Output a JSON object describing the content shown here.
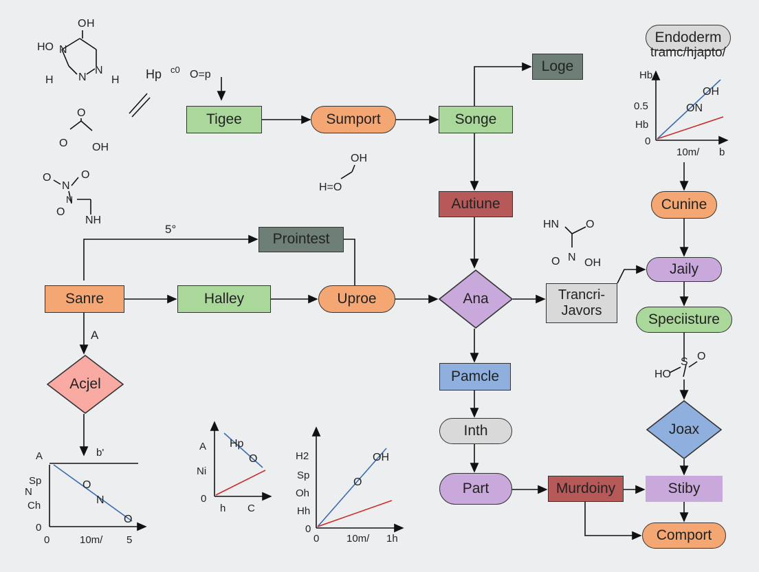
{
  "nodes": {
    "tigee": "Tigee",
    "sumport": "Sumport",
    "songe": "Songe",
    "loge": "Loge",
    "autiune": "Autiune",
    "endoderm_title": "Endoderm",
    "endoderm_sub": "tramc/hjapto/",
    "cunine": "Cunine",
    "jaily": "Jaily",
    "speciisture": "Speciisture",
    "joax": "Joax",
    "stiby": "Stiby",
    "comport": "Comport",
    "pointest": "Prointest",
    "sanre": "Sanre",
    "halley": "Halley",
    "uproe": "Uproe",
    "ana": "Ana",
    "trancri": "Trancri-\nJavors",
    "pamcle": "Pamcle",
    "inth": "Inth",
    "part": "Part",
    "murdoiny": "Murdoiny",
    "acjel": "Acjel"
  },
  "labels": {
    "five_degree": "5°",
    "a_label": "A",
    "b_label": "b'"
  },
  "chem": {
    "m1_o": "O",
    "m1_h": "H",
    "m1_ho": "HO",
    "m1_n1": "N",
    "m1_h2": "H",
    "m1_n2": "N",
    "m1_n3": "N",
    "m1_h3": "H",
    "m2_o": "O",
    "m2_o2": "O",
    "m2_oh": "OH",
    "m3_o": "O",
    "m3_n": "N",
    "m3_o2": "O",
    "m3_n2": "N",
    "m3_o3": "O",
    "m3_nh": "NH",
    "m4_hp": "Hp",
    "m4_c0": "c0",
    "m4_op": "O=p",
    "m5_oh": "OH",
    "m5_ho": "H=O",
    "m6_hn": "HN",
    "m6_o": "O",
    "m6_o2": "O",
    "m6_n": "N",
    "m6_oh": "OH",
    "m7_ho": "HO",
    "m7_s": "S",
    "m7_o": "O"
  },
  "charts": [
    {
      "id": "endoderm",
      "y_ticks": [
        "Hb",
        "0.5",
        "Hb",
        "0"
      ],
      "x_ticks": [
        "10m/",
        "b"
      ],
      "annotations": [
        "OH",
        "ON"
      ],
      "colors": [
        "#3a6ab0",
        "#cc2a2a"
      ]
    },
    {
      "id": "bottom-left",
      "y_ticks": [
        "A",
        "Sp",
        "N",
        "Ch",
        "0"
      ],
      "x_ticks": [
        "0",
        "10m/",
        "5"
      ],
      "annotations": [
        "O",
        "N",
        "O"
      ],
      "colors": [
        "#3a6ab0"
      ]
    },
    {
      "id": "bottom-mid",
      "y_ticks": [
        "A",
        "Ni",
        "0"
      ],
      "x_ticks": [
        "h",
        "C"
      ],
      "annotations": [
        "Hp",
        "O"
      ],
      "colors": [
        "#3a6ab0",
        "#cc2a2a"
      ]
    },
    {
      "id": "bottom-right",
      "y_ticks": [
        "H2",
        "Sp",
        "Oh",
        "Hh",
        "0"
      ],
      "x_ticks": [
        "0",
        "10m/",
        "1h"
      ],
      "annotations": [
        "OH",
        "O"
      ],
      "colors": [
        "#3a6ab0",
        "#cc2a2a"
      ]
    }
  ],
  "colors": {
    "green": "#a9d89a",
    "orange": "#f4a772",
    "gray_dark": "#6e7f78",
    "red_dark": "#b75959",
    "purple": "#c9a8dc",
    "blue": "#8fb0df",
    "pink": "#f8aaa3",
    "light_gray": "#d9d9d9"
  }
}
